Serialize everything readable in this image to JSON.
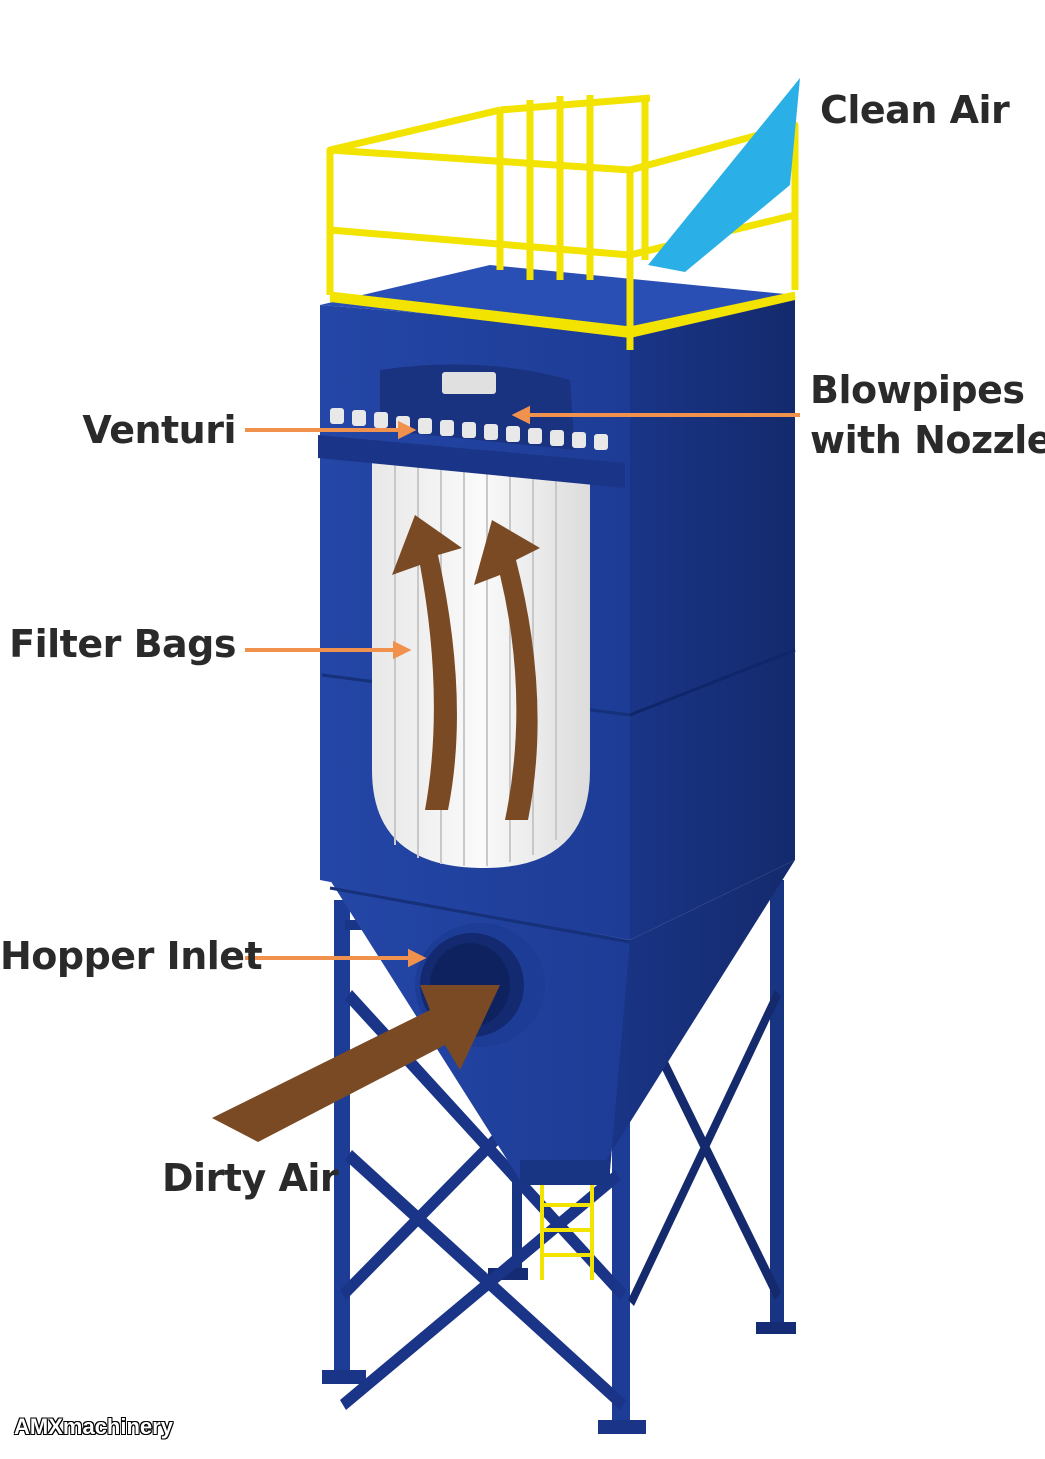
{
  "labels": {
    "clean_air": "Clean Air",
    "blowpipes_line1": "Blowpipes",
    "blowpipes_line2": "with Nozzles",
    "venturi": "Venturi",
    "filter_bags": "Filter Bags",
    "hopper_inlet": "Hopper Inlet",
    "dirty_air": "Dirty Air"
  },
  "watermark": "AMXmachinery",
  "colors": {
    "housing_blue": "#1f3f9a",
    "housing_dark": "#152c74",
    "railing_yellow": "#f2e300",
    "airflow_brown": "#7a4a24",
    "clean_air_blue": "#2ab0e6",
    "pointer_orange": "#f0924e",
    "filter_white": "#f4f4f4",
    "label_text": "#2a2a2a"
  }
}
